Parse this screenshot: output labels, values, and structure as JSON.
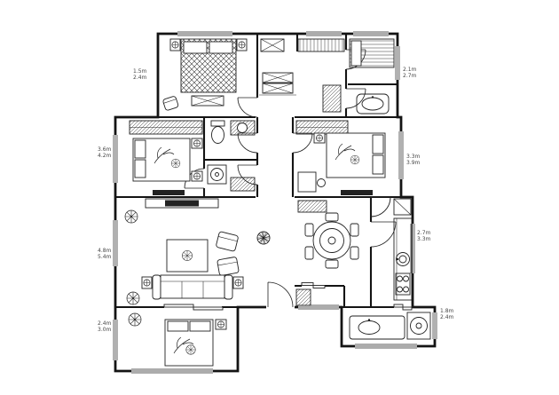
{
  "colors": {
    "background": "#ffffff",
    "wall_line": "#141414",
    "furniture_line": "#222222",
    "label_text": "#444444"
  },
  "dimension_labels": [
    {
      "name": "dim-left-top",
      "lines": [
        "1.5m",
        "2.4m"
      ]
    },
    {
      "name": "dim-left-mid",
      "lines": [
        "3.6m",
        "4.2m"
      ]
    },
    {
      "name": "dim-left-lower",
      "lines": [
        "4.8m",
        "5.4m"
      ]
    },
    {
      "name": "dim-left-bottom",
      "lines": [
        "2.4m",
        "3.0m"
      ]
    },
    {
      "name": "dim-right-top",
      "lines": [
        "2.1m",
        "2.7m"
      ]
    },
    {
      "name": "dim-right-mid",
      "lines": [
        "3.3m",
        "3.9m"
      ]
    },
    {
      "name": "dim-right-lower",
      "lines": [
        "2.7m",
        "3.3m"
      ]
    },
    {
      "name": "dim-right-bottom",
      "lines": [
        "1.8m",
        "2.4m"
      ]
    }
  ],
  "fixtures": [
    "double-bed",
    "single-bed",
    "wardrobe",
    "closet-box",
    "nightstand",
    "table-lamp",
    "sofa",
    "side-table",
    "coffee-table",
    "armchair",
    "tv",
    "tv-cabinet",
    "round-dining-table",
    "dining-chair",
    "sideboard",
    "corner-cabinet",
    "kitchen-counter",
    "kitchen-sink",
    "gas-stove",
    "fridge",
    "toilet",
    "wash-basin",
    "vanity",
    "washing-machine",
    "laundry-counter",
    "potted-plant",
    "swing-door",
    "sliding-door",
    "window"
  ]
}
